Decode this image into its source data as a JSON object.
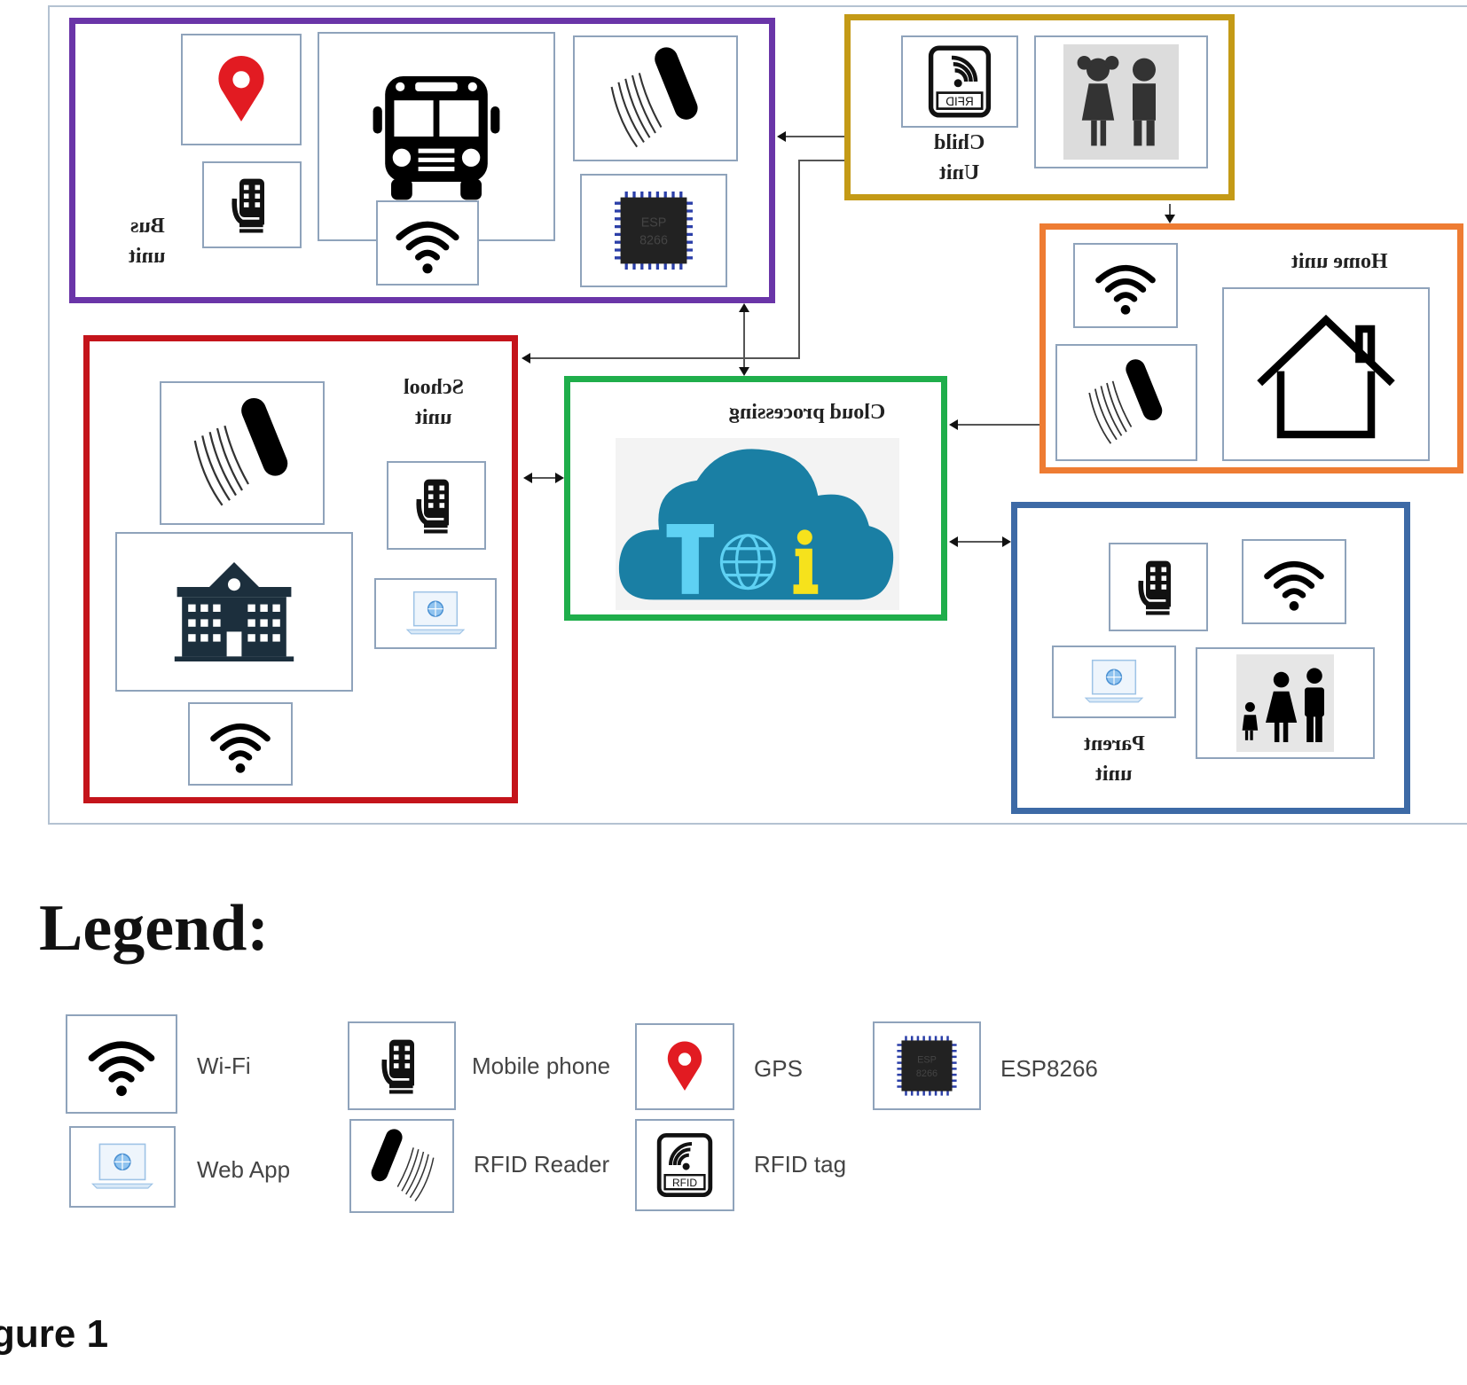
{
  "diagram": {
    "units": {
      "bus": {
        "label_line1": "Bus",
        "label_line2": "unit",
        "color": "#6a35a8"
      },
      "child": {
        "label_line1": "Child",
        "label_line2": "Unit",
        "color": "#c49a16"
      },
      "home": {
        "label": "Home unit",
        "color": "#ee7c33"
      },
      "school": {
        "label_line1": "School",
        "label_line2": "unit",
        "color": "#c4141b"
      },
      "cloud": {
        "label": "Cloud processing",
        "color": "#1fae4b"
      },
      "parent": {
        "label_line1": "Parent",
        "label_line2": "unit",
        "color": "#3d6aa6"
      }
    },
    "icons": {
      "gps": "gps-pin-icon",
      "bus": "bus-icon",
      "rfid_reader": "rfid-reader-icon",
      "mobile": "mobile-phone-icon",
      "wifi": "wifi-icon",
      "esp": "esp8266-chip-icon",
      "rfid_tag": "rfid-tag-icon",
      "children": "children-icon",
      "house": "house-icon",
      "school": "school-building-icon",
      "web_app": "web-app-icon",
      "cloud": "cloud-iot-icon",
      "family": "family-icon"
    },
    "rfid_tag_text": "RFID"
  },
  "legend": {
    "title": "Legend:",
    "items": [
      {
        "label": "Wi-Fi",
        "icon": "wifi-icon"
      },
      {
        "label": "Mobile phone",
        "icon": "mobile-phone-icon"
      },
      {
        "label": "GPS",
        "icon": "gps-pin-icon"
      },
      {
        "label": "ESP8266",
        "icon": "esp8266-chip-icon"
      },
      {
        "label": "Web App",
        "icon": "web-app-icon"
      },
      {
        "label": "RFID Reader",
        "icon": "rfid-reader-icon"
      },
      {
        "label": "RFID tag",
        "icon": "rfid-tag-icon"
      }
    ]
  },
  "caption": "gure 1"
}
